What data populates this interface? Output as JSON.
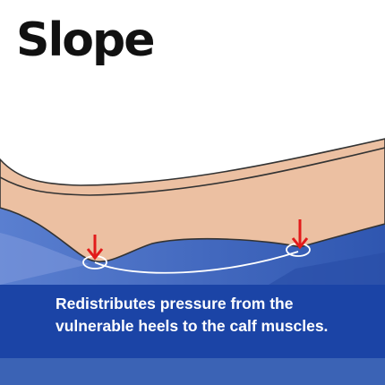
{
  "title": "Slope",
  "caption": {
    "line1": "Redistributes pressure from the",
    "line2": "vulnerable heels to the calf muscles."
  },
  "colors": {
    "skin": "#ecc0a2",
    "skin_outline": "#333333",
    "cushion": "#3f66be",
    "cushion_light": "#6f8fd6",
    "caption_band": "#1b44a6",
    "arrow": "#e21b1b",
    "pressure_curve": "#ffffff"
  },
  "icons": [
    "down-arrow-icon",
    "pressure-point-icon"
  ]
}
